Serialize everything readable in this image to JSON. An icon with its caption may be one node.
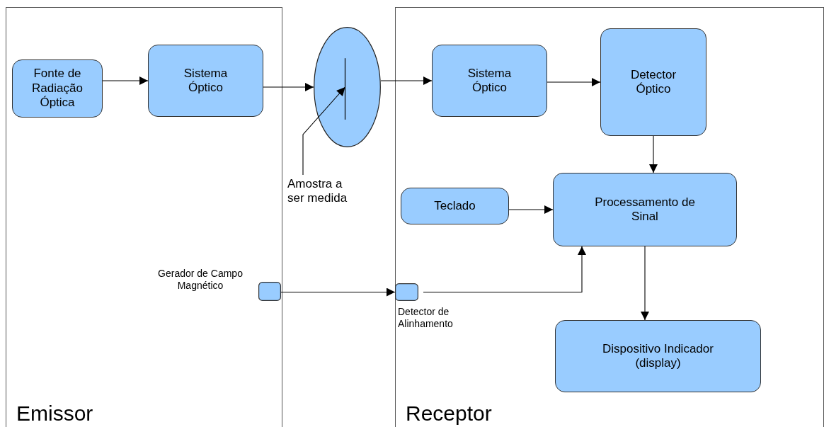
{
  "diagram": {
    "nodes": [
      {
        "text": [
          "Emissor"
        ]
      },
      {
        "text": [
          "Receptor"
        ]
      },
      {
        "text": [
          "Fonte de Radiação Óptica"
        ],
        "in": 0
      },
      {
        "text": [
          "Sistema Óptico"
        ],
        "in": 0
      },
      {
        "text": [],
        "shape": "ellipse"
      },
      {
        "text": [
          "Sistema Óptico"
        ],
        "in": 1
      },
      {
        "text": [
          "Detector Óptico"
        ],
        "in": 1
      },
      {
        "text": [
          "Teclado"
        ],
        "in": 1
      },
      {
        "text": [
          "Processamento de Sinal"
        ],
        "in": 1
      },
      {
        "text": [
          "Dispositivo Indicador (display)"
        ],
        "in": 1
      },
      {
        "text": [
          "Amostra a ser medida"
        ]
      },
      {
        "text": [],
        "shape": "box",
        "in": 0,
        "beside": [
          "Gerador de Campo Magnético"
        ]
      },
      {
        "text": [],
        "shape": "box",
        "in": 1,
        "beside": [
          "Detector de Alinhamento"
        ]
      }
    ],
    "edges": [
      {
        "from": 2,
        "to": 3,
        "arrow": "to"
      },
      {
        "from": 3,
        "to": 4,
        "arrow": "to"
      },
      {
        "from": 4,
        "to": 5,
        "arrow": "to"
      },
      {
        "from": 5,
        "to": 6,
        "arrow": "to"
      },
      {
        "from": 6,
        "to": 8,
        "arrow": "to"
      },
      {
        "from": 7,
        "to": 8,
        "arrow": "to"
      },
      {
        "from": 8,
        "to": 9,
        "arrow": "to"
      },
      {
        "from": 10,
        "to": 4,
        "arrow": "to"
      },
      {
        "from": 11,
        "to": 12,
        "arrow": "to"
      },
      {
        "from": 12,
        "to": 8,
        "arrow": "to"
      }
    ]
  }
}
